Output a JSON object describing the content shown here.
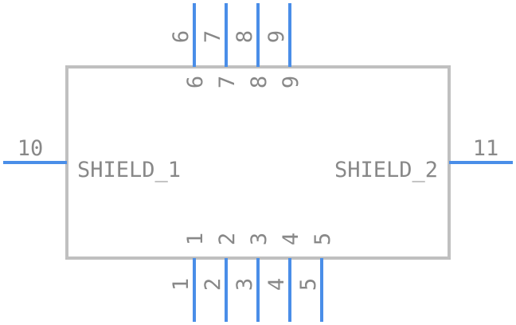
{
  "component": {
    "body_labels": [
      "SHIELD_1",
      "SHIELD_2"
    ],
    "pins_top": [
      {
        "number": "6",
        "inner": "6"
      },
      {
        "number": "7",
        "inner": "7"
      },
      {
        "number": "8",
        "inner": "8"
      },
      {
        "number": "9",
        "inner": "9"
      }
    ],
    "pins_bottom": [
      {
        "number": "1",
        "inner": "1"
      },
      {
        "number": "2",
        "inner": "2"
      },
      {
        "number": "3",
        "inner": "3"
      },
      {
        "number": "4",
        "inner": "4"
      },
      {
        "number": "5",
        "inner": "5"
      }
    ],
    "pin_left": {
      "number": "10"
    },
    "pin_right": {
      "number": "11"
    }
  },
  "colors": {
    "body_outline": "#c0c0c0",
    "pin_line": "#4a8ee8",
    "text": "#888888"
  }
}
